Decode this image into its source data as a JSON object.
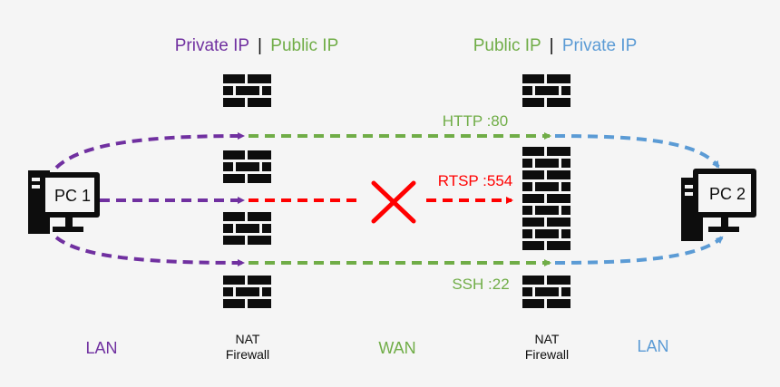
{
  "colors": {
    "purple": "#7030a0",
    "green": "#70ad47",
    "blue": "#5b9bd5",
    "red": "#ff0000",
    "dark": "#0d0d0d",
    "background": "#f5f5f5"
  },
  "header": {
    "left": {
      "private": "Private IP",
      "sep": "|",
      "public": "Public IP"
    },
    "right": {
      "public": "Public IP",
      "sep": "|",
      "private": "Private IP"
    }
  },
  "pc1": {
    "label": "PC 1",
    "icon": "desktop-computer-icon"
  },
  "pc2": {
    "label": "PC 2",
    "icon": "desktop-computer-icon"
  },
  "firewall_left": {
    "line1": "NAT",
    "line2": "Firewall",
    "icon": "brick-wall-icon"
  },
  "firewall_right": {
    "line1": "NAT",
    "line2": "Firewall",
    "icon": "brick-wall-icon"
  },
  "links": {
    "http": "HTTP :80",
    "rtsp": "RTSP :554",
    "ssh": "SSH :22"
  },
  "blocked_icon": "cross-icon",
  "zones": {
    "lan_left": "LAN",
    "wan": "WAN",
    "lan_right": "LAN"
  }
}
